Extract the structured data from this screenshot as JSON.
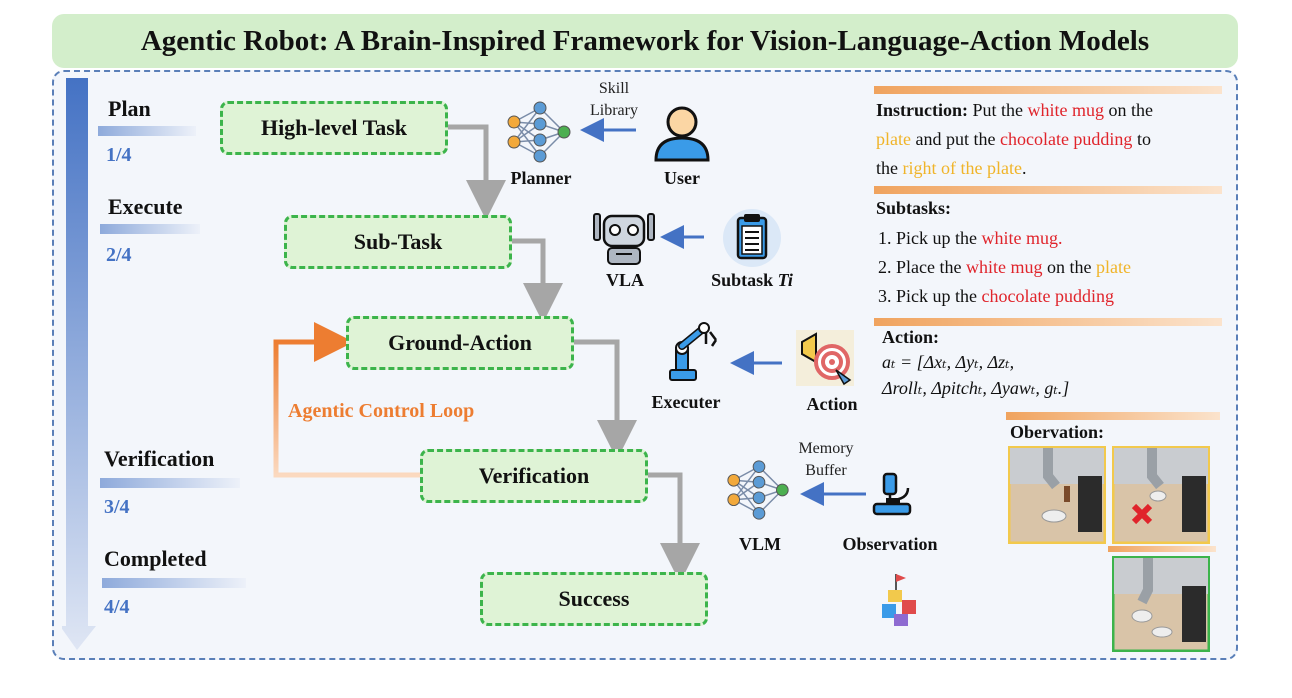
{
  "title": "Agentic Robot: A Brain-Inspired Framework for Vision-Language-Action Models",
  "stages": [
    {
      "name": "Plan",
      "count": "1/4"
    },
    {
      "name": "Execute",
      "count": "2/4"
    },
    {
      "name": "Verification",
      "count": "3/4"
    },
    {
      "name": "Completed",
      "count": "4/4"
    }
  ],
  "nodes": {
    "high_level_task": "High-level Task",
    "sub_task": "Sub-Task",
    "ground_action": "Ground-Action",
    "verification": "Verification",
    "success": "Success"
  },
  "loop_label": "Agentic Control Loop",
  "icons": {
    "planner": "Planner",
    "user": "User",
    "skill_library_1": "Skill",
    "skill_library_2": "Library",
    "vla": "VLA",
    "subtask_prefix": "Subtask ",
    "subtask_var": "Ti",
    "executer": "Executer",
    "action": "Action",
    "vlm": "VLM",
    "observation": "Observation",
    "memory_buffer_1": "Memory",
    "memory_buffer_2": "Buffer"
  },
  "instruction": {
    "label": "Instruction:",
    "t1": " Put the ",
    "t2": "white mug",
    "t3": " on the",
    "t4": "plate",
    "t5": " and put the ",
    "t6": "chocolate pudding",
    "t7": " to",
    "t8": "the ",
    "t9": "right of the plate",
    "t10": "."
  },
  "subtasks": {
    "label": "Subtasks:",
    "s1a": "1.  Pick up the ",
    "s1b": "white mug.",
    "s2a": "2.  Place the ",
    "s2b": "white mug",
    "s2c": " on the ",
    "s2d": "plate",
    "s3a": "3.  Pick up the ",
    "s3b": "chocolate pudding"
  },
  "action_box": {
    "label": "Action:",
    "line1": "aₜ = [Δxₜ, Δyₜ, Δzₜ,",
    "line2": "Δrollₜ, Δpitchₜ, Δyawₜ, gₜ.]"
  },
  "observation_label": "Obervation:"
}
